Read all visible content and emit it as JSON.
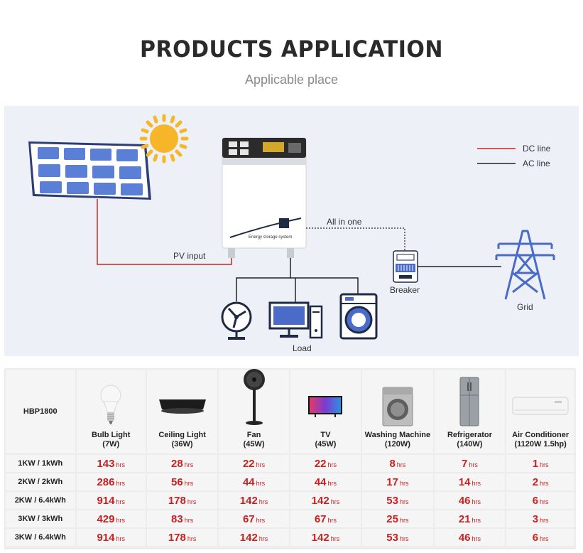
{
  "header": {
    "title": "PRODUCTS APPLICATION",
    "subtitle": "Applicable place"
  },
  "diagram": {
    "legend": {
      "dc": "DC line",
      "ac": "AC line"
    },
    "labels": {
      "all_in_one": "All in one",
      "pv_input": "PV input",
      "breaker": "Breaker",
      "grid": "Grid",
      "load": "Load",
      "device_text": "Energy storage system"
    },
    "colors": {
      "dc_line": "#c0282a",
      "ac_line": "#222222",
      "panel_blue": "#5b7fd6",
      "sun": "#f6b628"
    }
  },
  "table": {
    "model_label": "HBP1800",
    "columns": [
      {
        "name": "Bulb Light",
        "power": "(7W)",
        "icon": "bulb-icon"
      },
      {
        "name": "Ceiling Light",
        "power": "(36W)",
        "icon": "ceiling-light-icon"
      },
      {
        "name": "Fan",
        "power": "(45W)",
        "icon": "fan-icon"
      },
      {
        "name": "TV",
        "power": "(45W)",
        "icon": "tv-icon"
      },
      {
        "name": "Washing Machine",
        "power": "(120W)",
        "icon": "washing-machine-icon"
      },
      {
        "name": "Refrigerator",
        "power": "(140W)",
        "icon": "refrigerator-icon"
      },
      {
        "name": "Air Conditioner",
        "power": "(1120W 1.5hp)",
        "icon": "air-conditioner-icon"
      }
    ],
    "unit": "hrs",
    "rows": [
      {
        "label": "1KW / 1kWh",
        "values": [
          "143",
          "28",
          "22",
          "22",
          "8",
          "7",
          "1"
        ]
      },
      {
        "label": "2KW / 2kWh",
        "values": [
          "286",
          "56",
          "44",
          "44",
          "17",
          "14",
          "2"
        ]
      },
      {
        "label": "2KW / 6.4kWh",
        "values": [
          "914",
          "178",
          "142",
          "142",
          "53",
          "46",
          "6"
        ]
      },
      {
        "label": "3KW / 3kWh",
        "values": [
          "429",
          "83",
          "67",
          "67",
          "25",
          "21",
          "3"
        ]
      },
      {
        "label": "3KW / 6.4kWh",
        "values": [
          "914",
          "178",
          "142",
          "142",
          "53",
          "46",
          "6"
        ]
      }
    ]
  }
}
